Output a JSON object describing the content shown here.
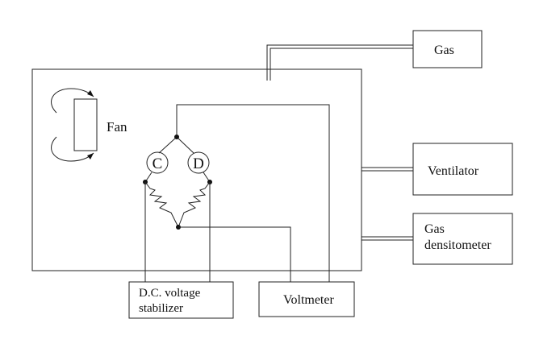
{
  "components": {
    "fan": "Fan",
    "sensor_c": "C",
    "sensor_d": "D",
    "gas": "Gas",
    "ventilator": "Ventilator",
    "gas_densitometer_line1": "Gas",
    "gas_densitometer_line2": "densitometer",
    "dc_stabilizer_line1": "D.C. voltage",
    "dc_stabilizer_line2": "stabilizer",
    "voltmeter": "Voltmeter"
  }
}
